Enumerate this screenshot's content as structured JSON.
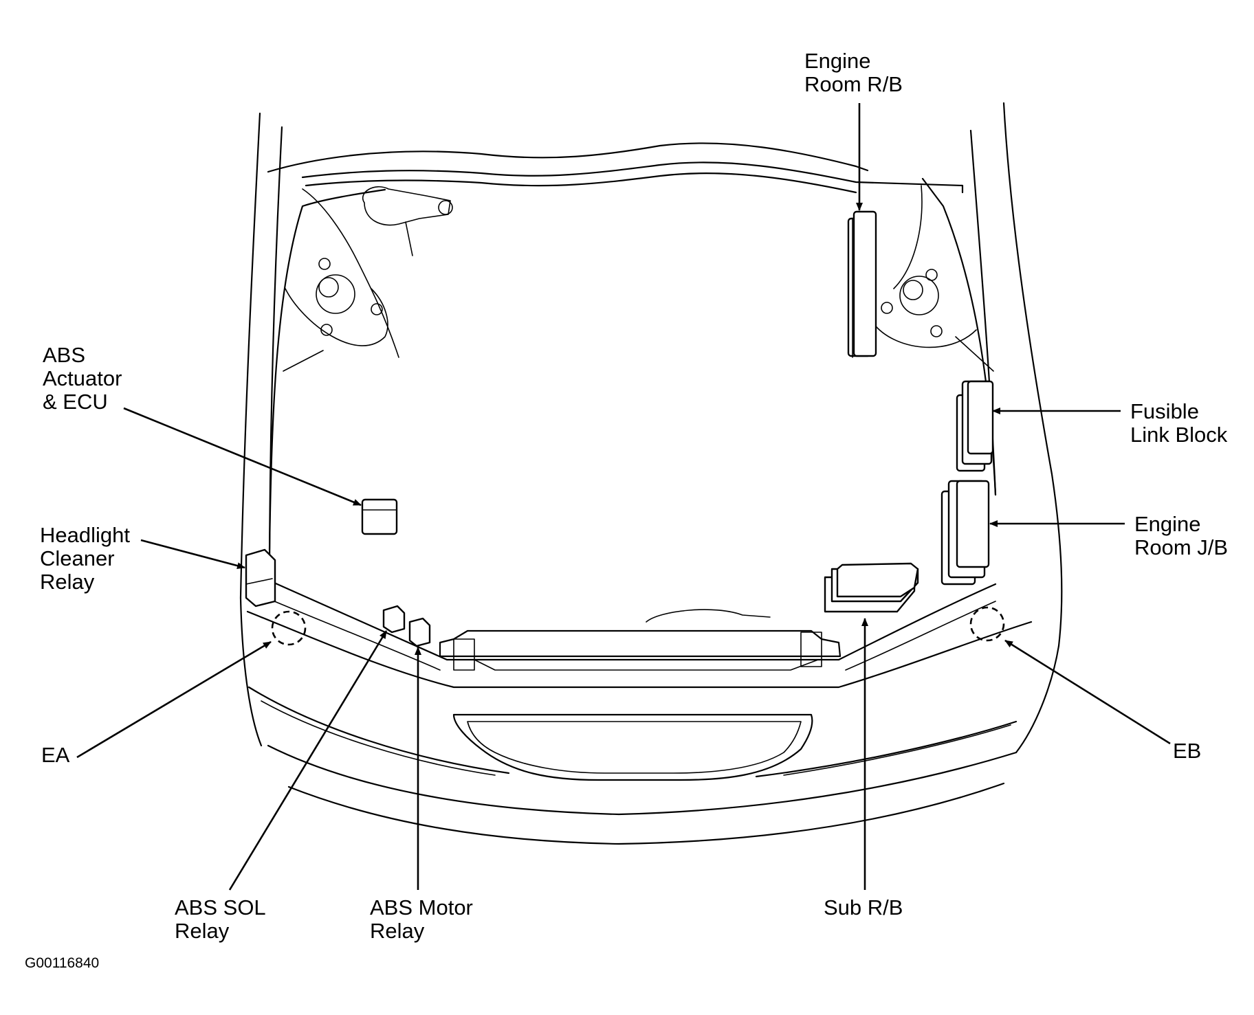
{
  "labels": {
    "engine_room_rb": [
      "Engine",
      "Room R/B"
    ],
    "abs_actuator_ecu": [
      "ABS",
      "Actuator",
      "& ECU"
    ],
    "fusible_link_block": [
      "Fusible",
      "Link Block"
    ],
    "engine_room_jb": [
      "Engine",
      "Room J/B"
    ],
    "headlight_cleaner_relay": [
      "Headlight",
      "Cleaner",
      "Relay"
    ],
    "ea": "EA",
    "eb": "EB",
    "abs_sol_relay": [
      "ABS SOL",
      "Relay"
    ],
    "abs_motor_relay": [
      "ABS Motor",
      "Relay"
    ],
    "sub_rb": "Sub R/B"
  },
  "figure_code": "G00116840"
}
